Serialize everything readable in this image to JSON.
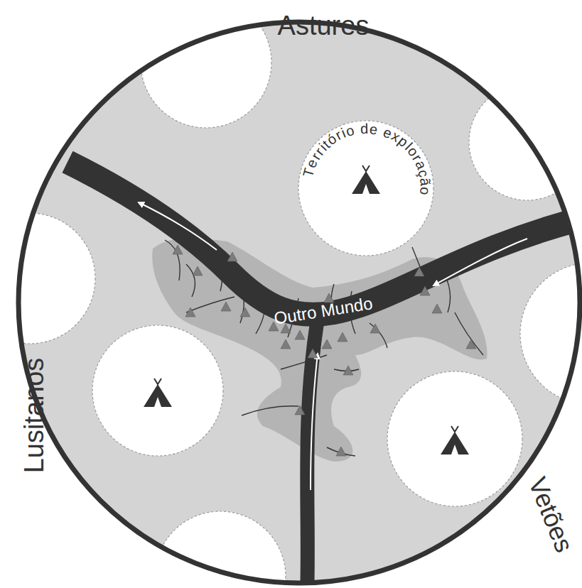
{
  "diagram": {
    "labels": [
      "Astures",
      "Lusitanos",
      "Vetões",
      "Território de exploração",
      "Outro Mundo"
    ]
  }
}
